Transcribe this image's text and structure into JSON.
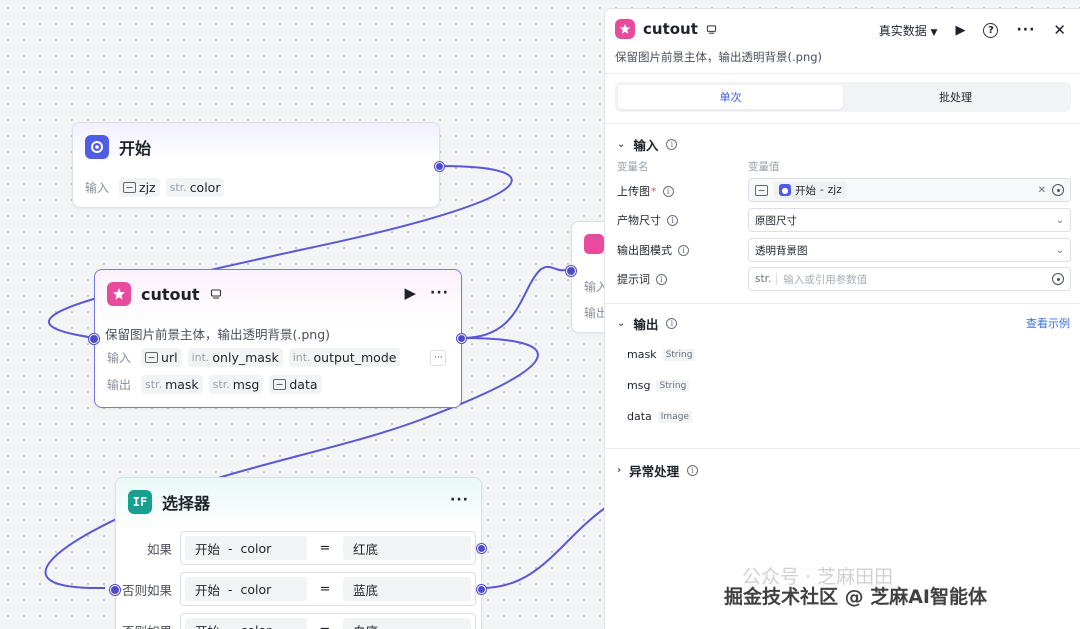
{
  "start_node": {
    "title": "开始",
    "inputs_label": "输入",
    "inputs": [
      {
        "type": "image",
        "name": "zjz"
      },
      {
        "type": "str.",
        "name": "color"
      }
    ]
  },
  "cutout_node": {
    "title": "cutout",
    "description": "保留图片前景主体，输出透明背景(.png)",
    "inputs_label": "输入",
    "outputs_label": "输出",
    "inputs": [
      {
        "type": "image",
        "name": "url"
      },
      {
        "type": "int.",
        "name": "only_mask"
      },
      {
        "type": "int.",
        "name": "output_mode"
      }
    ],
    "outputs": [
      {
        "type": "str.",
        "name": "mask"
      },
      {
        "type": "str.",
        "name": "msg"
      },
      {
        "type": "image",
        "name": "data"
      }
    ]
  },
  "selector_node": {
    "icon_text": "IF",
    "title": "选择器",
    "conditions": [
      {
        "label": "如果",
        "var_node": "开始",
        "sep": "-",
        "var_name": "color",
        "op": "=",
        "value": "红底"
      },
      {
        "label": "否则如果",
        "var_node": "开始",
        "sep": "-",
        "var_name": "color",
        "op": "=",
        "value": "蓝底"
      },
      {
        "label": "否则如果",
        "var_node": "开始",
        "sep": "-",
        "var_name": "color",
        "op": "=",
        "value": "白底"
      }
    ]
  },
  "partial_node": {
    "labels": [
      "输入",
      "输出"
    ]
  },
  "panel": {
    "title": "cutout",
    "data_mode": "真实数据",
    "description": "保留图片前景主体，输出透明背景(.png)",
    "tabs": [
      {
        "label": "单次",
        "active": true
      },
      {
        "label": "批处理",
        "active": false
      }
    ],
    "input_section": {
      "title": "输入",
      "col_name": "变量名",
      "col_value": "变量值",
      "fields": [
        {
          "label": "上传图",
          "required": true,
          "value_node": "开始",
          "value_var": "zjz"
        },
        {
          "label": "产物尺寸",
          "value": "原图尺寸"
        },
        {
          "label": "输出图模式",
          "value": "透明背景图"
        },
        {
          "label": "提示词",
          "prefix": "str.",
          "placeholder": "输入或引用参数值"
        }
      ]
    },
    "output_section": {
      "title": "输出",
      "link": "查看示例",
      "outputs": [
        {
          "name": "mask",
          "type": "String"
        },
        {
          "name": "msg",
          "type": "String"
        },
        {
          "name": "data",
          "type": "Image"
        }
      ]
    },
    "error_section": {
      "title": "异常处理"
    }
  },
  "watermark": {
    "primary": "掘金技术社区 @ 芝麻AI智能体",
    "secondary": "公众号 · 芝麻田田"
  },
  "colors": {
    "edge": "#5b57d6",
    "accent": "#3b5bdb",
    "start_icon": "#4e5ce6",
    "cutout_icon": "#e84a9e",
    "if_icon": "#17a08f"
  }
}
